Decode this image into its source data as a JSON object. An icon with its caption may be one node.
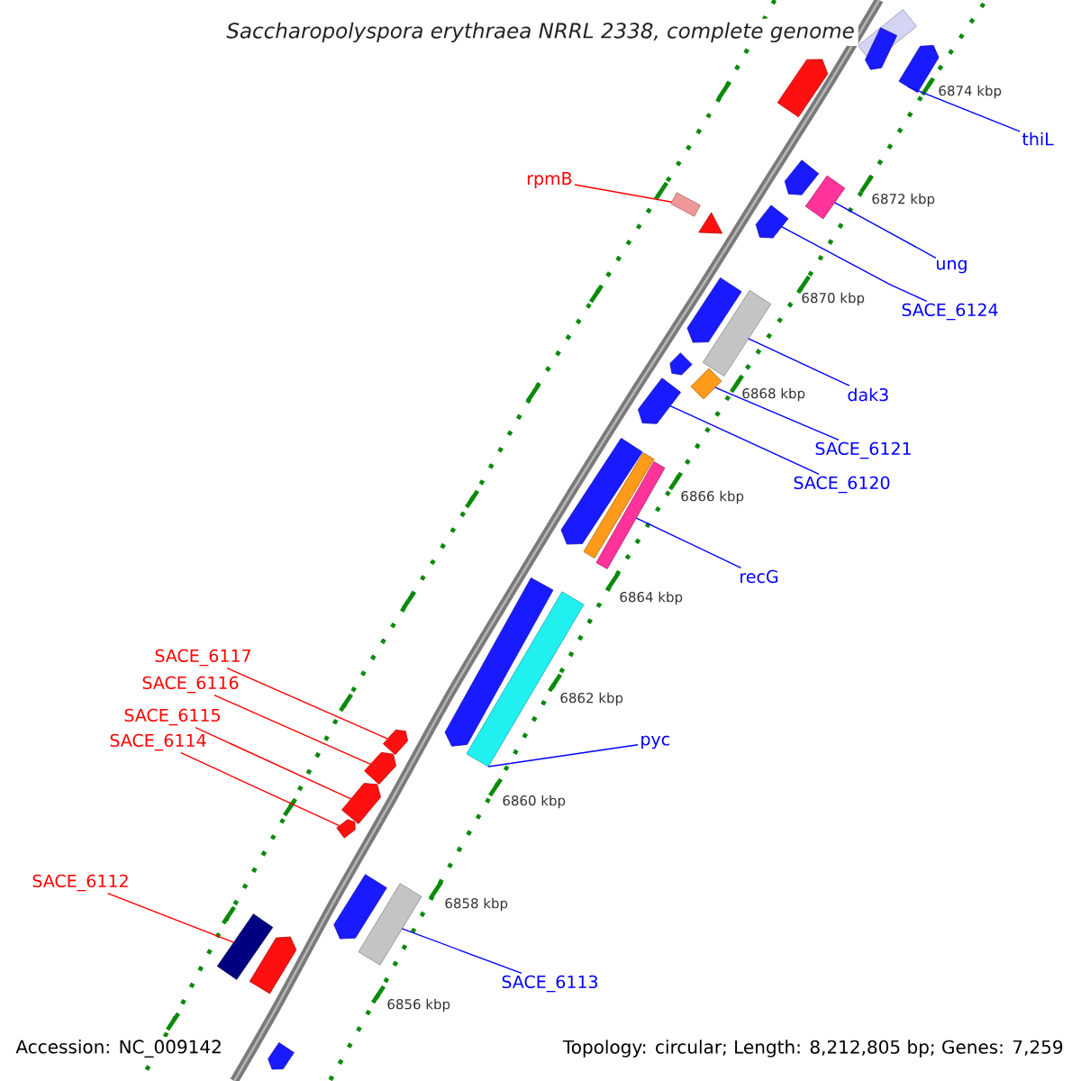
{
  "diagram": {
    "title": "Saccharopolyspora erythraea NRRL 2338, complete genome",
    "nodes": [
      {
        "text": [
          "thiL"
        ]
      },
      {
        "text": [
          "rpmB"
        ]
      },
      {
        "text": [
          "ung"
        ]
      },
      {
        "text": [
          "SACE_6124"
        ]
      },
      {
        "text": [
          "dak3"
        ]
      },
      {
        "text": [
          "SACE_6121"
        ]
      },
      {
        "text": [
          "SACE_6120"
        ]
      },
      {
        "text": [
          "recG"
        ]
      },
      {
        "text": [
          "SACE_6117"
        ]
      },
      {
        "text": [
          "SACE_6116"
        ]
      },
      {
        "text": [
          "pyc"
        ]
      },
      {
        "text": [
          "SACE_6115"
        ]
      },
      {
        "text": [
          "SACE_6114"
        ]
      },
      {
        "text": [
          "SACE_6112"
        ]
      },
      {
        "text": [
          "SACE_6113"
        ]
      },
      {
        "text": [],
        "shape": "pentagon"
      },
      {
        "text": [],
        "shape": "bar"
      },
      {
        "text": [],
        "shape": "bar"
      },
      {
        "text": [],
        "shape": "pentagon"
      },
      {
        "text": [],
        "shape": "bar"
      },
      {
        "text": [],
        "shape": "bar"
      },
      {
        "text": [],
        "shape": "pentagon"
      },
      {
        "text": [],
        "shape": "bar"
      },
      {
        "text": [],
        "shape": "pentagon"
      },
      {
        "text": [],
        "shape": "pentagon"
      },
      {
        "text": [],
        "shape": "bar"
      },
      {
        "text": [],
        "shape": "pentagon"
      },
      {
        "text": [],
        "shape": "pentagon"
      },
      {
        "text": [],
        "shape": "bar"
      },
      {
        "text": [],
        "shape": "bar"
      },
      {
        "text": [],
        "shape": "bar"
      },
      {
        "text": [],
        "shape": "pentagon"
      },
      {
        "text": [],
        "shape": "pentagon"
      },
      {
        "text": [],
        "shape": "pentagon"
      },
      {
        "text": [],
        "shape": "triangle"
      },
      {
        "text": [],
        "shape": "pentagon"
      },
      {
        "text": [],
        "shape": "pentagon"
      },
      {
        "text": [],
        "shape": "pentagon"
      },
      {
        "text": [],
        "shape": "bar"
      },
      {
        "text": [],
        "shape": "pentagon"
      },
      {
        "text": [],
        "shape": "pentagon"
      },
      {
        "text": [],
        "shape": "pentagon"
      },
      {
        "text": [],
        "shape": "pentagon"
      }
    ],
    "edges": [
      {
        "from": 0,
        "to": 15,
        "arrow": "none"
      },
      {
        "from": 1,
        "to": 16,
        "arrow": "none",
        "color": "#ff0000"
      },
      {
        "from": 2,
        "to": 17,
        "arrow": "none"
      },
      {
        "from": 3,
        "to": 18,
        "arrow": "none"
      },
      {
        "from": 4,
        "to": 19,
        "arrow": "none"
      },
      {
        "from": 5,
        "to": 20,
        "arrow": "none"
      },
      {
        "from": 6,
        "to": 21,
        "arrow": "none"
      },
      {
        "from": 7,
        "to": 22,
        "arrow": "none"
      },
      {
        "from": 8,
        "to": 23,
        "arrow": "none",
        "color": "#ff0000"
      },
      {
        "from": 9,
        "to": 24,
        "arrow": "none",
        "color": "#ff0000"
      },
      {
        "from": 10,
        "to": 25,
        "arrow": "none"
      },
      {
        "from": 11,
        "to": 26,
        "arrow": "none",
        "color": "#ff0000"
      },
      {
        "from": 12,
        "to": 27,
        "arrow": "none",
        "color": "#ff0000"
      },
      {
        "from": 13,
        "to": 28,
        "arrow": "none",
        "color": "#ff0000"
      },
      {
        "from": 14,
        "to": 29,
        "arrow": "none"
      }
    ],
    "labels": [
      "6874 kbp",
      "6872 kbp",
      "6870 kbp",
      "6868 kbp",
      "6866 kbp",
      "6864 kbp",
      "6862 kbp",
      "6860 kbp",
      "6858 kbp",
      "6856 kbp",
      "Accession: NC_009142",
      "Topology: circular; Length: 8,212,805 bp; Genes: 7,259"
    ]
  }
}
